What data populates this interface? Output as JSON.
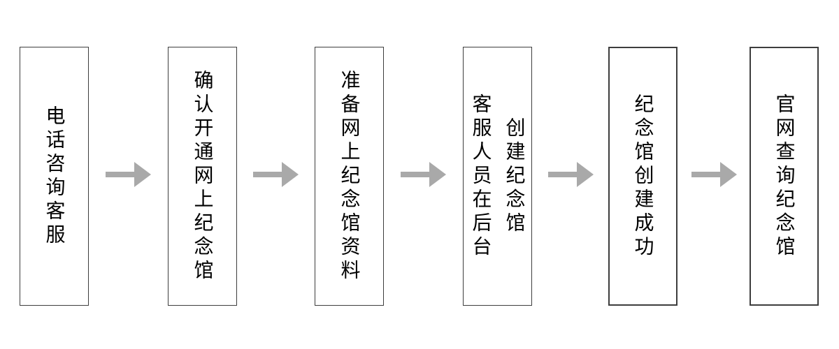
{
  "diagram": {
    "type": "flowchart",
    "direction": "left-to-right",
    "connector": "arrow-right",
    "steps": [
      {
        "label": "电话咨询客服"
      },
      {
        "label": "确认开通网上纪念馆"
      },
      {
        "label": "准备网上纪念馆资料"
      },
      {
        "label": "客服人员在后台\n创建纪念馆"
      },
      {
        "label": "纪念馆创建成功"
      },
      {
        "label": "官网查询纪念馆"
      }
    ],
    "colors": {
      "background": "#ffffff",
      "box_fill": "#ffffff",
      "box_border": "#3d3d3d",
      "text": "#000000",
      "arrow": "#a9a9a9"
    }
  }
}
